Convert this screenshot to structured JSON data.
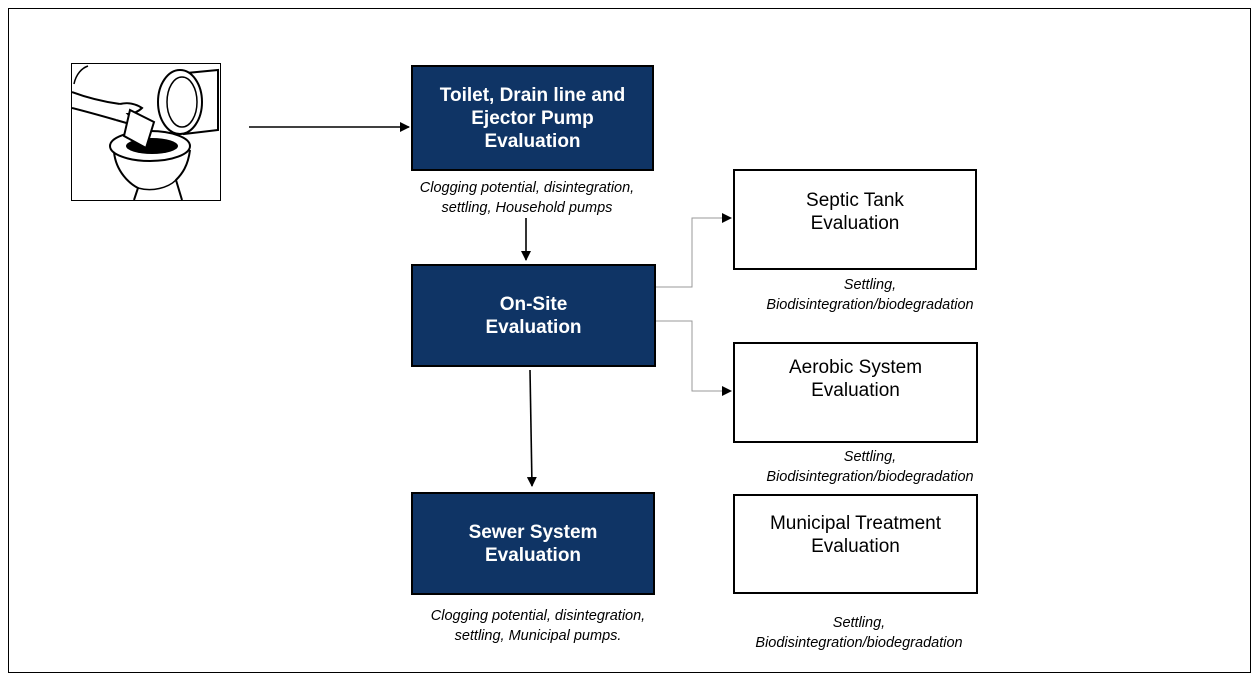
{
  "diagram": {
    "nodes": {
      "toilet_drain": {
        "label": "Toilet, Drain line and\nEjector Pump\nEvaluation"
      },
      "onsite": {
        "label": "On-Site\nEvaluation"
      },
      "sewer": {
        "label": "Sewer System\nEvaluation"
      },
      "septic": {
        "label": "Septic Tank\nEvaluation"
      },
      "aerobic": {
        "label": "Aerobic System\nEvaluation"
      },
      "municipal": {
        "label": "Municipal Treatment\nEvaluation"
      }
    },
    "captions": {
      "toilet_drain": "Clogging potential, disintegration,\nsettling, Household pumps",
      "septic": "Settling,\nBiodisintegration/biodegradation",
      "aerobic": "Settling,\nBiodisintegration/biodegradation",
      "sewer": "Clogging potential, disintegration,\nsettling, Municipal pumps.",
      "municipal": "Settling,\nBiodisintegration/biodegradation"
    },
    "edges": [
      {
        "from": "toilet-illustration",
        "to": "toilet_drain"
      },
      {
        "from": "toilet_drain",
        "to": "onsite"
      },
      {
        "from": "onsite",
        "to": "sewer"
      },
      {
        "from": "onsite",
        "to": "septic"
      },
      {
        "from": "onsite",
        "to": "aerobic"
      }
    ]
  }
}
